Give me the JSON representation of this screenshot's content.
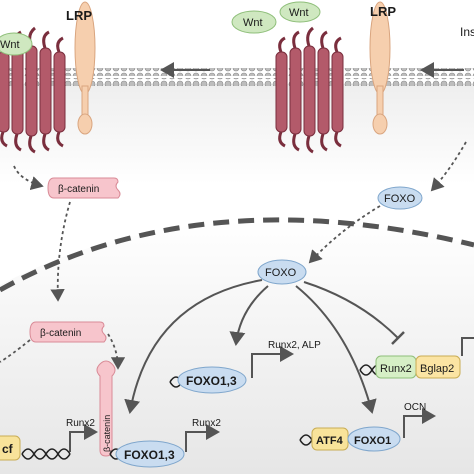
{
  "labels": {
    "lrp_left": "LRP",
    "lrp_right": "LRP",
    "wnt_left": "Wnt",
    "wnt_a": "Wnt",
    "wnt_b": "Wnt",
    "ins": "Ins",
    "beta_catenin_cyto": "β-catenin",
    "beta_catenin_nuc": "β-catenin",
    "beta_catenin_vertical": "β-catenin",
    "foxo_cyto": "FOXO",
    "foxo_nuc": "FOXO",
    "foxo13_a": "FOXO1,3",
    "foxo13_b": "FOXO1,3",
    "runx2_alp": "Runx2, ALP",
    "runx2_small_a": "Runx2",
    "runx2_small_b": "Runx2",
    "runx2_box": "Runx2",
    "bglap2": "Bglap2",
    "ocn": "OCN",
    "atf4": "ATF4",
    "foxo1": "FOXO1",
    "tcf": "cf"
  },
  "colors": {
    "receptor": "#b35a6a",
    "receptor_dark": "#7a2e3d",
    "lrp": "#f6cfae",
    "wnt": "#cfe8c0",
    "beta_catenin": "#f7c5cc",
    "foxo": "#c9dcf0",
    "atf4": "#f8e39a",
    "runx2": "#d6efc6",
    "bglap2": "#fbe4a3",
    "membrane": "#9a9a9a",
    "arrow": "#555555"
  }
}
